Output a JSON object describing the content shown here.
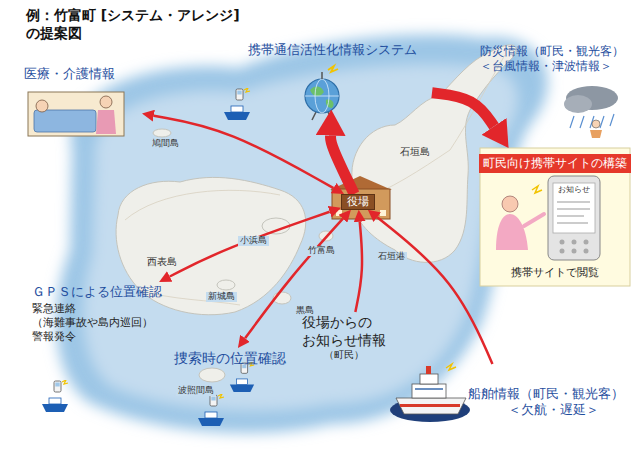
{
  "diagram": {
    "title": "例：竹富町 [システム・アレンジ]の提案図",
    "nodes": [
      {
        "text": [
          "役場"
        ]
      },
      {
        "text": [
          "携帯通信活性化情報システム"
        ]
      },
      {
        "text": [
          "医療・介護情報"
        ]
      },
      {
        "text": [
          "防災情報（町民・観光客）",
          "＜台風情報・津波情報＞"
        ]
      },
      {
        "text": [
          "町民向け携帯サイトの構築",
          "携帯サイトで閲覧"
        ]
      },
      {
        "text": [
          "ＧＰＳによる位置確認",
          "緊急連絡 （海難事故や島内巡回） 警報発令"
        ]
      },
      {
        "text": [
          "捜索時の位置確認"
        ]
      },
      {
        "text": [
          "役場からの お知らせ情報",
          "（町民）"
        ]
      },
      {
        "text": [
          "船舶情報（町民・観光客）",
          "＜欠航・遅延＞"
        ]
      }
    ],
    "edges": [
      {
        "from": 0,
        "to": 1,
        "arrow": "to"
      },
      {
        "from": 1,
        "to": 4,
        "arrow": "to"
      },
      {
        "from": 0,
        "to": 2,
        "arrow": "both"
      },
      {
        "from": 0,
        "to": 5,
        "arrow": "both"
      },
      {
        "from": 0,
        "to": 6,
        "arrow": "both"
      },
      {
        "from": 7,
        "to": 0,
        "arrow": "to"
      },
      {
        "from": 8,
        "to": 0,
        "arrow": "to"
      }
    ],
    "labels": [
      "鳩間島",
      "西表島",
      "小浜島",
      "竹富島",
      "石垣島",
      "石垣港",
      "新城島",
      "黒島",
      "波照間島",
      "お知らせ"
    ]
  }
}
